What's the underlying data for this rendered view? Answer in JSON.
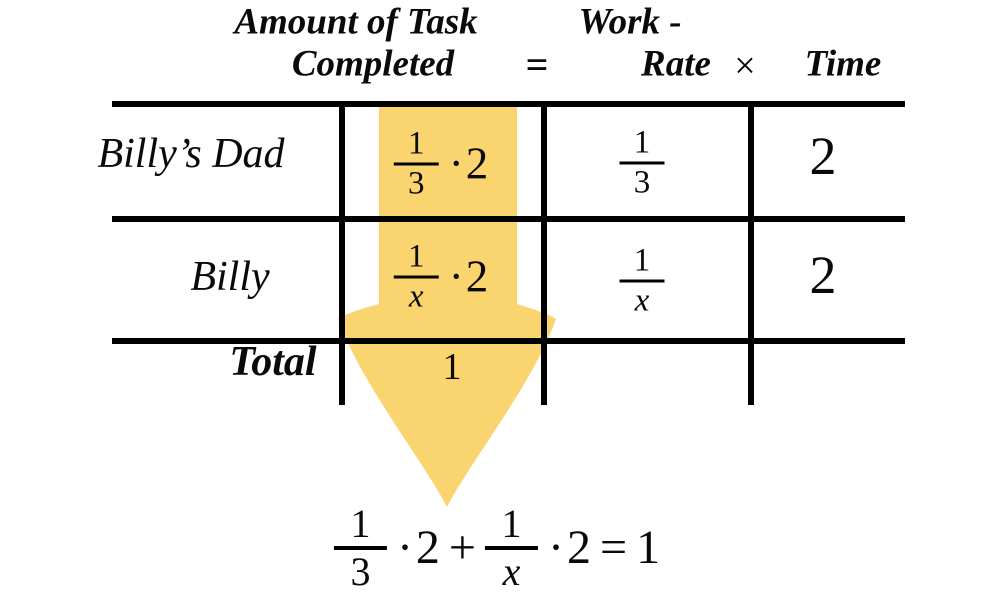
{
  "colors": {
    "highlight": "#FAD46E",
    "line": "#000000",
    "text": "#0A0A0A"
  },
  "header": {
    "amount_line1": "Amount of Task",
    "amount_line2": "Completed",
    "equals_sign": "=",
    "work_line1": "Work -",
    "work_line2": "Rate",
    "times_sign": "×",
    "time_label": "Time"
  },
  "rows": [
    {
      "label": "Billy’s Dad",
      "amount": {
        "num": "1",
        "den": "3",
        "dot": "·",
        "factor": "2"
      },
      "rate": {
        "num": "1",
        "den": "3"
      },
      "time": "2"
    },
    {
      "label": "Billy",
      "amount": {
        "num": "1",
        "den": "x",
        "dot": "·",
        "factor": "2"
      },
      "rate": {
        "num": "1",
        "den": "x"
      },
      "time": "2"
    },
    {
      "label": "Total",
      "amount_total": "1"
    }
  ],
  "equation": {
    "frac1": {
      "num": "1",
      "den": "3"
    },
    "dot1": "·",
    "factor1": "2",
    "plus": "+",
    "frac2": {
      "num": "1",
      "den": "x"
    },
    "dot2": "·",
    "factor2": "2",
    "equals": "=",
    "result": "1"
  }
}
